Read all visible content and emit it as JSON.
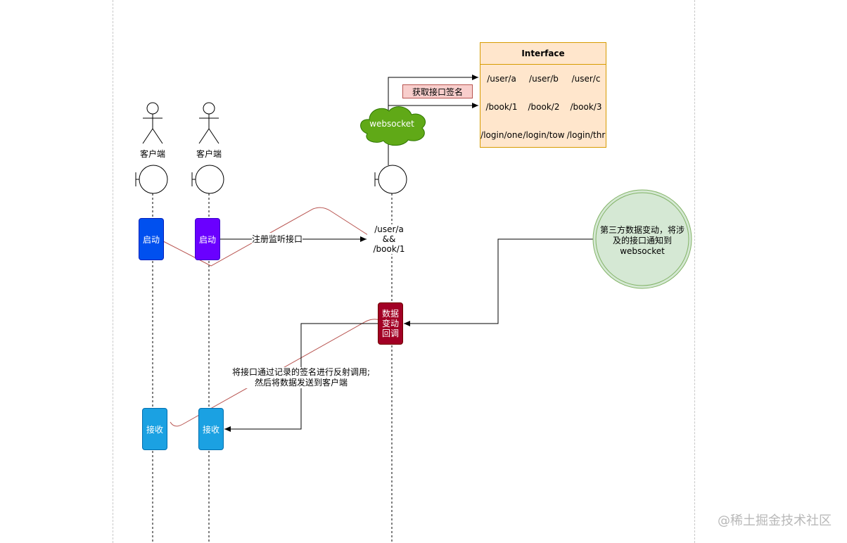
{
  "actors": [
    {
      "label": "客户端"
    },
    {
      "label": "客户端"
    }
  ],
  "activations": {
    "start_1": "启动",
    "start_2": "启动",
    "receive_1": "接收",
    "receive_2": "接收",
    "callback": "数据\n变动\n回调"
  },
  "messages": {
    "register": "注册监听接口",
    "condition": "/user/a\n&&\n/book/1",
    "get_signature": "获取接口签名",
    "reflect_call": "将接口通过记录的签名进行反射调用;\n然后将数据发送到客户端"
  },
  "cloud": {
    "label": "websocket"
  },
  "interface": {
    "title": "Interface",
    "cells": [
      "/user/a",
      "/user/b",
      "/user/c",
      "/book/1",
      "/book/2",
      "/book/3",
      "/login/one",
      "/login/tow",
      "/login/thr"
    ]
  },
  "third_party": {
    "label": "第三方数据变动，将涉及的接口通知到websocket"
  },
  "watermark": "@稀土掘金技术社区",
  "colors": {
    "start_1": "#0050ef",
    "start_2": "#6a00ff",
    "receive": "#1ba1e2",
    "callback": "#a20025",
    "signature_fill": "#f8cecc",
    "signature_border": "#b85450",
    "cloud": "#60a917",
    "iface_fill": "#ffe6cc",
    "circle_fill": "#d5e8d4",
    "circle_border": "#82b366",
    "red_curve": "#b85450"
  }
}
